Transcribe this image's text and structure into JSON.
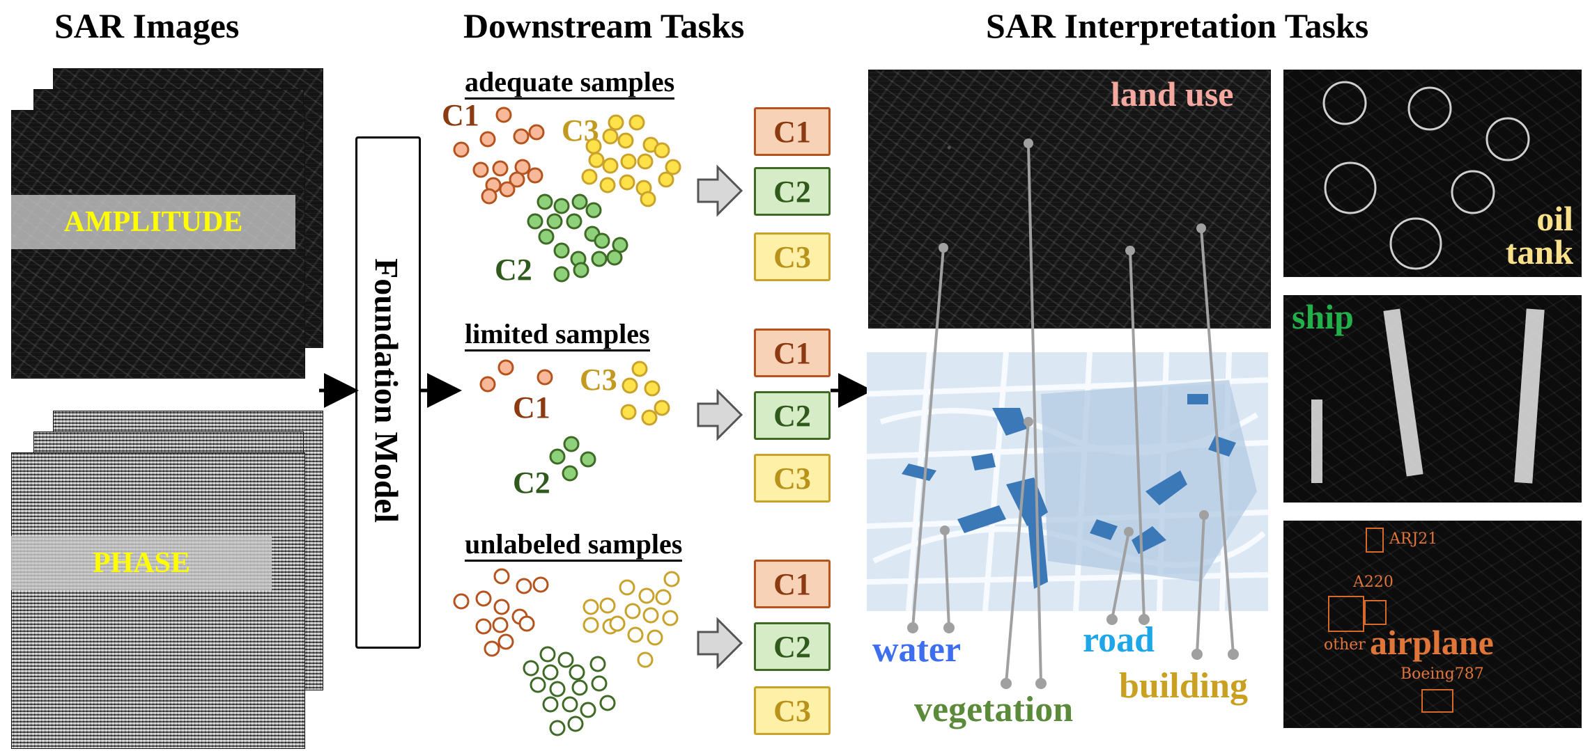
{
  "headers": {
    "sar_images": "SAR Images",
    "downstream": "Downstream Tasks",
    "interpretation": "SAR Interpretation Tasks"
  },
  "sar_images": {
    "amplitude_label": "AMPLITUDE",
    "phase_label": "PHASE"
  },
  "foundation_model": "Foundation Model",
  "downstream": {
    "adequate": "adequate samples",
    "limited": "limited samples",
    "unlabeled": "unlabeled samples",
    "class_labels": {
      "c1": "C1",
      "c2": "C2",
      "c3": "C3"
    }
  },
  "interpretation": {
    "land_use": "land use",
    "oil_tank": "oil\ntank",
    "ship": "ship",
    "airplane": "airplane",
    "water": "water",
    "road": "road",
    "vegetation": "vegetation",
    "building": "building",
    "aircraft_types": {
      "arj21": "ARJ21",
      "a220": "A220",
      "other": "other",
      "boeing787": "Boeing787"
    }
  },
  "colors": {
    "c1": "#b5531e",
    "c2": "#3e6a26",
    "c3": "#c9a22b",
    "land_use": "#f4a8a0",
    "oil_tank": "#f9e08a",
    "ship": "#22b04b",
    "airplane": "#e0753a",
    "water": "#3d6ef0",
    "road": "#1ea6e8",
    "vegetation": "#5a8a3a",
    "building": "#c9a022",
    "map_water": "#3a78b8",
    "map_land": "#cfe0ee"
  }
}
